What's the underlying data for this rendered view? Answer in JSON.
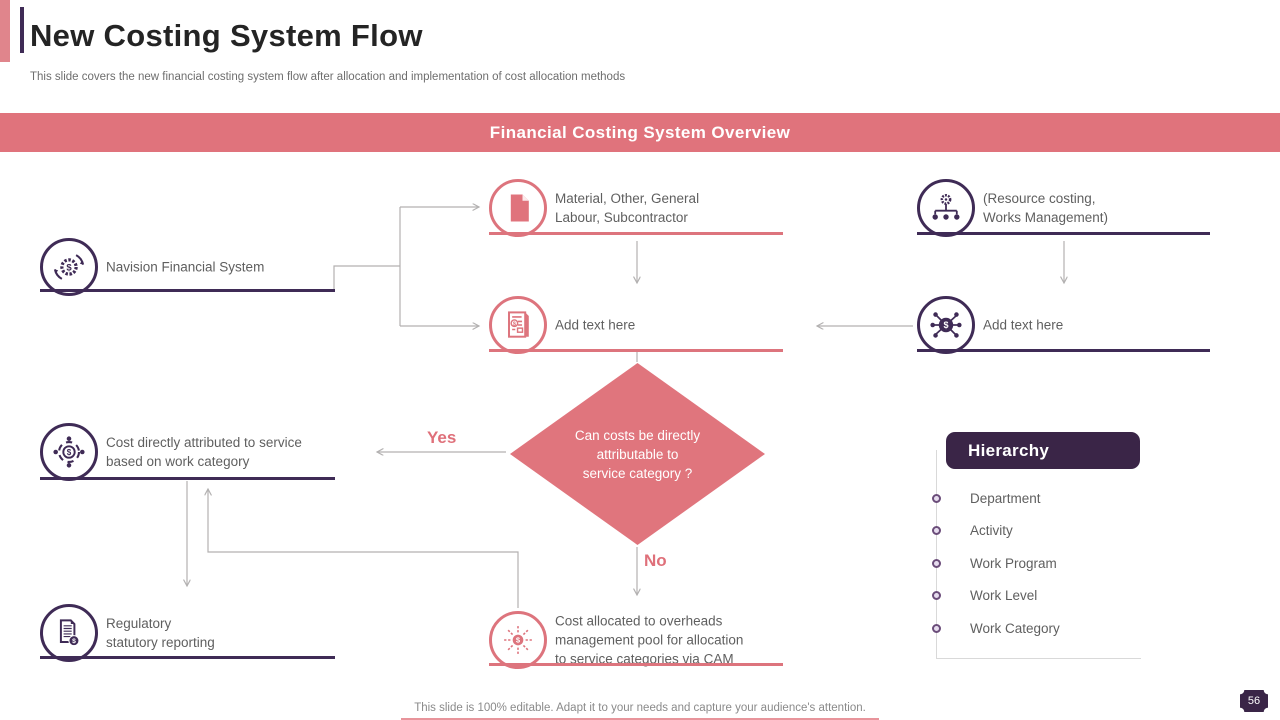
{
  "slide": {
    "title": "New Costing System Flow",
    "subtitle": "This slide covers the new financial costing system flow after allocation and implementation of cost allocation methods",
    "banner_title": "Financial Costing System Overview",
    "footer_note": "This slide is 100% editable. Adapt it to your needs and capture your audience's attention.",
    "page_number": "56"
  },
  "flow": {
    "navision": {
      "label": "Navision Financial System",
      "icon": "finance-cycle-icon"
    },
    "material": {
      "line1": "Material, Other, General",
      "line2": "Labour, Subcontractor",
      "icon": "document-icon"
    },
    "resource": {
      "line1": "(Resource costing,",
      "line2": "Works Management)",
      "icon": "org-hierarchy-icon"
    },
    "add_text_center": {
      "label": "Add text here",
      "icon": "invoice-icon"
    },
    "add_text_right": {
      "label": "Add text here",
      "icon": "dollar-network-icon"
    },
    "decision": {
      "line1": "Can costs be directly",
      "line2": "attributable to",
      "line3": "service category ?",
      "yes_label": "Yes",
      "no_label": "No"
    },
    "cost_direct": {
      "line1": "Cost directly attributed to service",
      "line2": "based on work category",
      "icon": "dollar-orbit-icon"
    },
    "regulatory": {
      "line1": "Regulatory",
      "line2": "statutory reporting",
      "icon": "report-dollar-icon"
    },
    "cost_allocated": {
      "line1": "Cost allocated to overheads",
      "line2": "management pool for allocation",
      "line3": "to service categories via CAM",
      "icon": "dollar-spread-icon"
    }
  },
  "hierarchy": {
    "title": "Hierarchy",
    "items": [
      "Department",
      "Activity",
      "Work Program",
      "Work Level",
      "Work Category"
    ]
  },
  "colors": {
    "pink": "#e0737c",
    "pink_border": "#dd747d",
    "purple": "#3f2b56",
    "header_purple": "#3a2547",
    "label_gray": "#5f5f5f",
    "connector_gray": "#b3b1b1"
  }
}
